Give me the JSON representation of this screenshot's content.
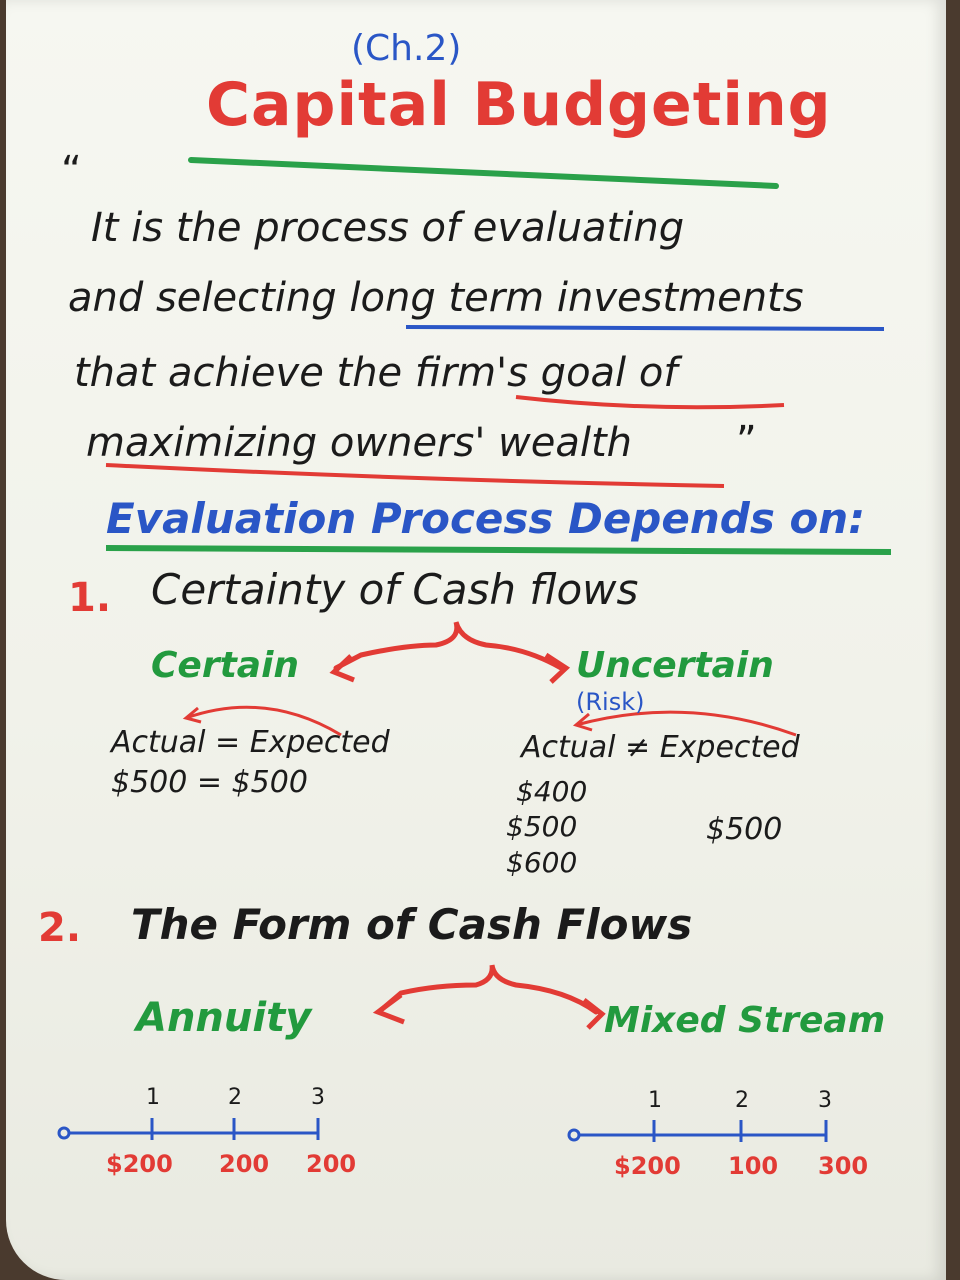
{
  "chapter": "(Ch.2)",
  "title": "Capital Budgeting",
  "definition": {
    "open_quote": "“",
    "lines": [
      "It is the process of evaluating",
      "and selecting long term investments",
      "that achieve the firm's goal of",
      "maximizing owners' wealth"
    ],
    "close_quote": "”"
  },
  "evaluation_heading": "Evaluation Process Depends on:",
  "point1": {
    "number": "1.",
    "title": "Certainty of Cash flows",
    "certain": {
      "label": "Certain",
      "equation": "Actual = Expected",
      "values": "$500 = $500"
    },
    "uncertain": {
      "label": "Uncertain",
      "note": "(Risk)",
      "equation": "Actual ≠ Expected",
      "actual_values": [
        "$400",
        "$500",
        "$600"
      ],
      "expected_value": "$500"
    }
  },
  "point2": {
    "number": "2.",
    "title": "The Form of Cash Flows",
    "annuity": {
      "label": "Annuity",
      "periods": [
        "1",
        "2",
        "3"
      ],
      "cash_flows": [
        "$200",
        "200",
        "200"
      ]
    },
    "mixed": {
      "label": "Mixed Stream",
      "periods": [
        "1",
        "2",
        "3"
      ],
      "cash_flows": [
        "$200",
        "100",
        "300"
      ]
    }
  }
}
